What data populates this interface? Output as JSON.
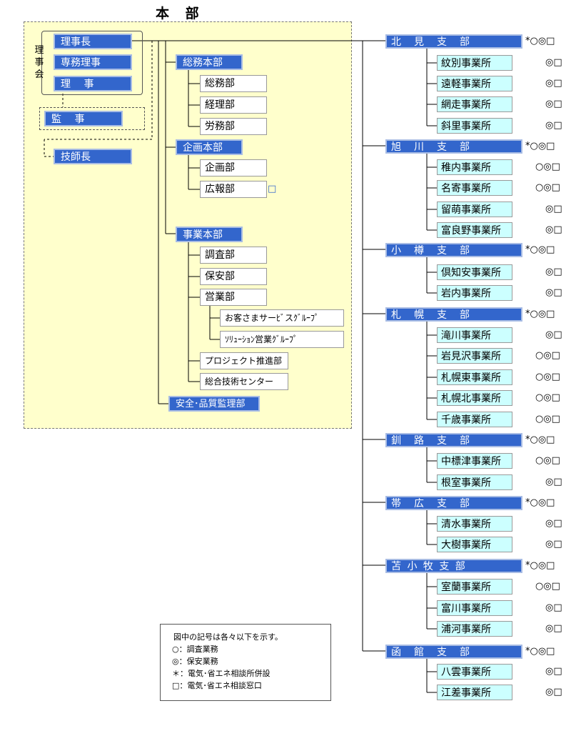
{
  "title": "本 部",
  "council": {
    "label": "理事会",
    "members": [
      "理事長",
      "専務理事",
      "理　 事"
    ]
  },
  "auditor": "監　 事",
  "engineer": "技師長",
  "divisions": [
    {
      "name": "総務本部",
      "depts": [
        "総務部",
        "経理部",
        "労務部"
      ]
    },
    {
      "name": "企画本部",
      "depts": [
        "企画部",
        "広報部"
      ]
    },
    {
      "name": "事業本部",
      "depts": [
        "調査部",
        "保安部",
        "営業部",
        "プロジェクト推進部",
        "総合技術センター"
      ],
      "groups": [
        "お客さまサーﾋﾞスｸﾞﾙｰﾌﾟ",
        "ｿﾘｭｰｼｮﾝ営業ｸﾞﾙｰﾌﾟ"
      ]
    },
    {
      "name": "安全･品質監理部"
    }
  ],
  "branches": [
    {
      "name": "北　見　支　部",
      "symbols": "*○◎□",
      "offices": [
        {
          "name": "紋別事業所",
          "symbols": "◎□"
        },
        {
          "name": "遠軽事業所",
          "symbols": "◎□"
        },
        {
          "name": "網走事業所",
          "symbols": "◎□"
        },
        {
          "name": "斜里事業所",
          "symbols": "◎□"
        }
      ]
    },
    {
      "name": "旭　川　支　部",
      "symbols": "*○◎□",
      "offices": [
        {
          "name": "稚内事業所",
          "symbols": "○◎□"
        },
        {
          "name": "名寄事業所",
          "symbols": "○◎□"
        },
        {
          "name": "留萌事業所",
          "symbols": "◎□"
        },
        {
          "name": "富良野事業所",
          "symbols": "◎□"
        }
      ]
    },
    {
      "name": "小　樽　支　部",
      "symbols": "*○◎□",
      "offices": [
        {
          "name": "倶知安事業所",
          "symbols": "◎□"
        },
        {
          "name": "岩内事業所",
          "symbols": "◎□"
        }
      ]
    },
    {
      "name": "札　幌　支　部",
      "symbols": "*○◎□",
      "offices": [
        {
          "name": "滝川事業所",
          "symbols": "◎□"
        },
        {
          "name": "岩見沢事業所",
          "symbols": "○◎□"
        },
        {
          "name": "札幌東事業所",
          "symbols": "○◎□"
        },
        {
          "name": "札幌北事業所",
          "symbols": "○◎□"
        },
        {
          "name": "千歳事業所",
          "symbols": "○◎□"
        }
      ]
    },
    {
      "name": "釧　路　支　部",
      "symbols": "*○◎□",
      "offices": [
        {
          "name": "中標津事業所",
          "symbols": "○◎□"
        },
        {
          "name": "根室事業所",
          "symbols": "◎□"
        }
      ]
    },
    {
      "name": "帯　広　支　部",
      "symbols": "*○◎□",
      "offices": [
        {
          "name": "清水事業所",
          "symbols": "◎□"
        },
        {
          "name": "大樹事業所",
          "symbols": "◎□"
        }
      ]
    },
    {
      "name": "苫 小 牧 支 部",
      "symbols": "*○◎□",
      "offices": [
        {
          "name": "室蘭事業所",
          "symbols": "○◎□"
        },
        {
          "name": "富川事業所",
          "symbols": "◎□"
        },
        {
          "name": "浦河事業所",
          "symbols": "◎□"
        }
      ]
    },
    {
      "name": "函　館　支　部",
      "symbols": "*○◎□",
      "offices": [
        {
          "name": "八雲事業所",
          "symbols": "◎□"
        },
        {
          "name": "江差事業所",
          "symbols": "◎□"
        }
      ]
    }
  ],
  "pr_symbol": "□",
  "legend": {
    "title": "図中の記号は各々以下を示す。",
    "items": [
      "○：調査業務",
      "◎：保安業務",
      "＊：電気･省エネ相談所併設",
      "□：電気･省エネ相談窓口"
    ]
  },
  "colors": {
    "blue": "#3366cc",
    "cyan": "#ccffff",
    "hq_bg": "#ffffcc"
  }
}
